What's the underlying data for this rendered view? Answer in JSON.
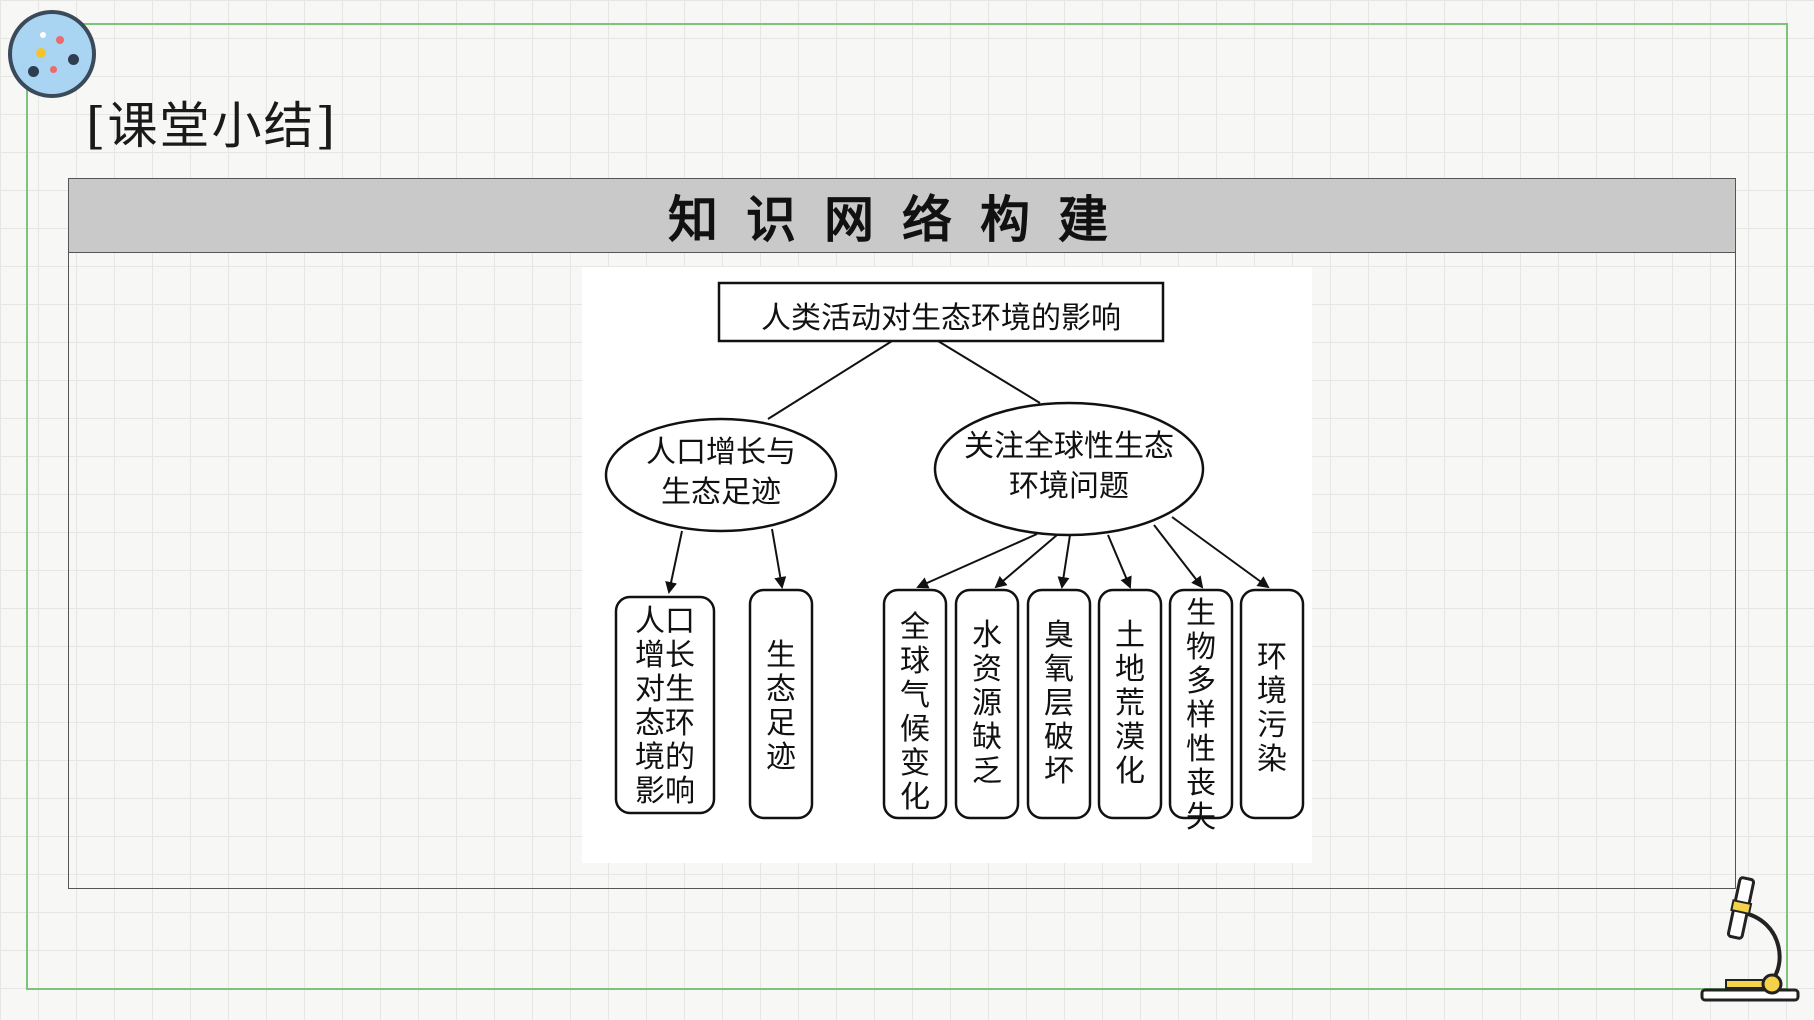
{
  "heading": "[课堂小结]",
  "panel_title": "知识网络构建",
  "diagram": {
    "root": "人类活动对生态环境的影响",
    "left": {
      "label": "人口增长与生态足迹",
      "children": [
        "人口增长对生态环境的影响",
        "生态足迹"
      ]
    },
    "right": {
      "label": "关注全球性生态环境问题",
      "children": [
        "全球气候变化",
        "水资源缺乏",
        "臭氧层破坏",
        "土地荒漠化",
        "生物多样性丧失",
        "环境污染"
      ]
    }
  },
  "colors": {
    "frame": "#7cc47c",
    "header_bg": "#c9c9c9",
    "logo_bg": "#a9d4f2"
  },
  "icons": [
    "dotted-badge-icon",
    "microscope-icon"
  ]
}
